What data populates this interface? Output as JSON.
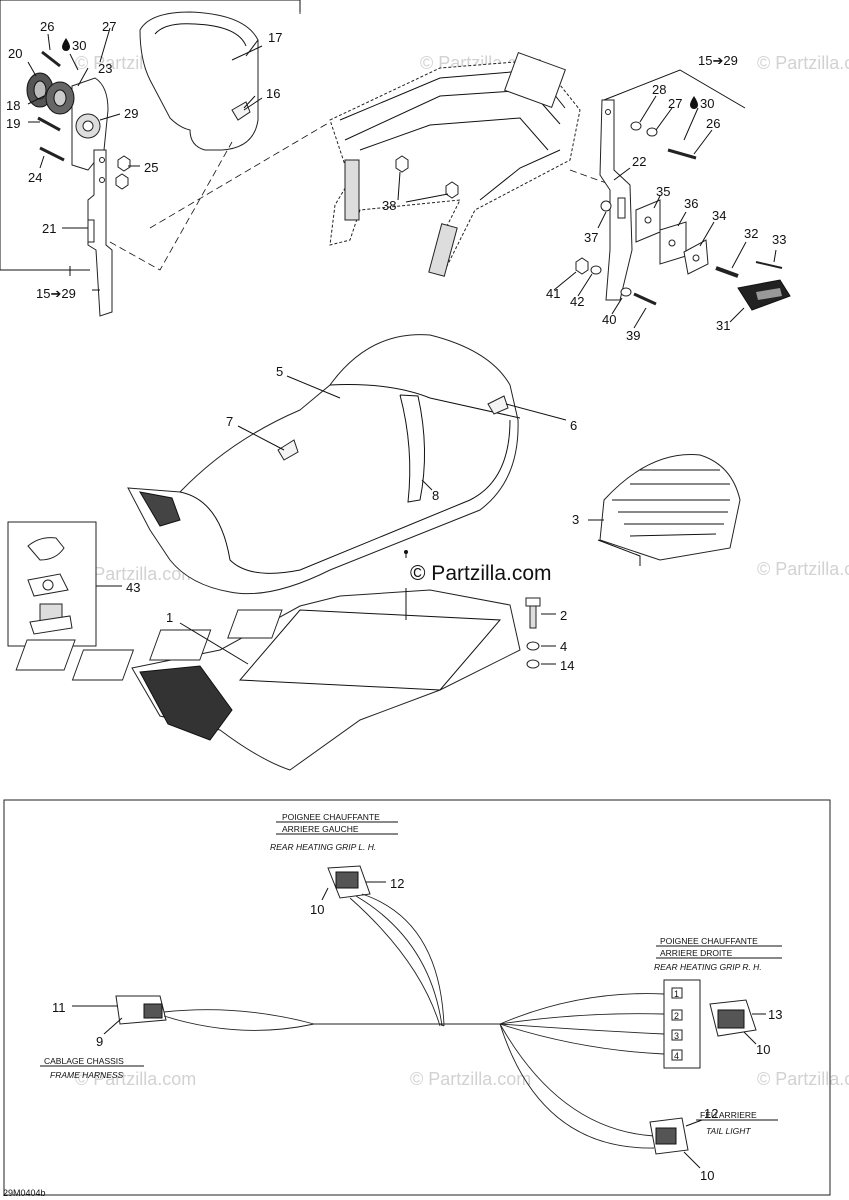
{
  "watermark": "© Partzilla.com",
  "diagram_code": "29M0404b",
  "callouts": {
    "c20": "20",
    "c26": "26",
    "c30": "30",
    "c27": "27",
    "c17": "17",
    "c23": "23",
    "c18": "18",
    "c19": "19",
    "c29": "29",
    "c16": "16",
    "c25": "25",
    "c24": "24",
    "c21": "21",
    "c15_29_left": "15➔29",
    "c15_29_right": "15➔29",
    "c28": "28",
    "c27b": "27",
    "c30b": "30",
    "c26b": "26",
    "c22": "22",
    "c38": "38",
    "c35": "35",
    "c36": "36",
    "c34": "34",
    "c32": "32",
    "c33": "33",
    "c37": "37",
    "c41": "41",
    "c42": "42",
    "c40": "40",
    "c39": "39",
    "c31": "31",
    "c5": "5",
    "c7": "7",
    "c6": "6",
    "c8": "8",
    "c3": "3",
    "c43": "43",
    "c1": "1",
    "c2": "2",
    "c4": "4",
    "c14": "14",
    "c12a": "12",
    "c10a": "10",
    "c11": "11",
    "c9": "9",
    "c13": "13",
    "c10b": "10",
    "c12b": "12",
    "c10c": "10"
  },
  "connector_pins": [
    "1",
    "2",
    "3",
    "4"
  ],
  "harness_labels": {
    "left_grip_fr_1": "POIGNEE CHAUFFANTE",
    "left_grip_fr_2": "ARRIERE GAUCHE",
    "left_grip_en": "REAR HEATING GRIP L. H.",
    "right_grip_fr_1": "POIGNEE CHAUFFANTE",
    "right_grip_fr_2": "ARRIERE DROITE",
    "right_grip_en": "REAR HEATING GRIP R. H.",
    "frame_fr": "CABLAGE CHASSIS",
    "frame_en": "FRAME HARNESS",
    "tail_fr": "FEU ARRIERE",
    "tail_en": "TAIL LIGHT"
  },
  "icons": [
    "oil-drop-icon",
    "arrow-right-icon"
  ]
}
